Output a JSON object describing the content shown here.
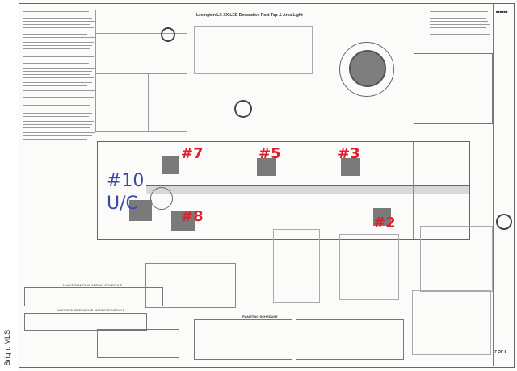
{
  "markers": {
    "lot7": "#7",
    "lot5": "#5",
    "lot3": "#3",
    "lot10": "#10",
    "uc": "U/C",
    "lot8": "#8",
    "lot2": "#2"
  },
  "headers": {
    "product": "Lexington LX-XX LED Decorative Post Top & Area Light",
    "planting": "PLANTING SCHEDULE",
    "maint": "MAINTENANCE PLANTING SCHEDULE",
    "woods": "WOODS SCREENING PLANTING SCHEDULE"
  },
  "sheet": {
    "number": "7 OF 8"
  },
  "watermark": {
    "text": "Bright MLS"
  },
  "colors": {
    "red": "#e01f2a",
    "blue": "#3b4aa3"
  }
}
